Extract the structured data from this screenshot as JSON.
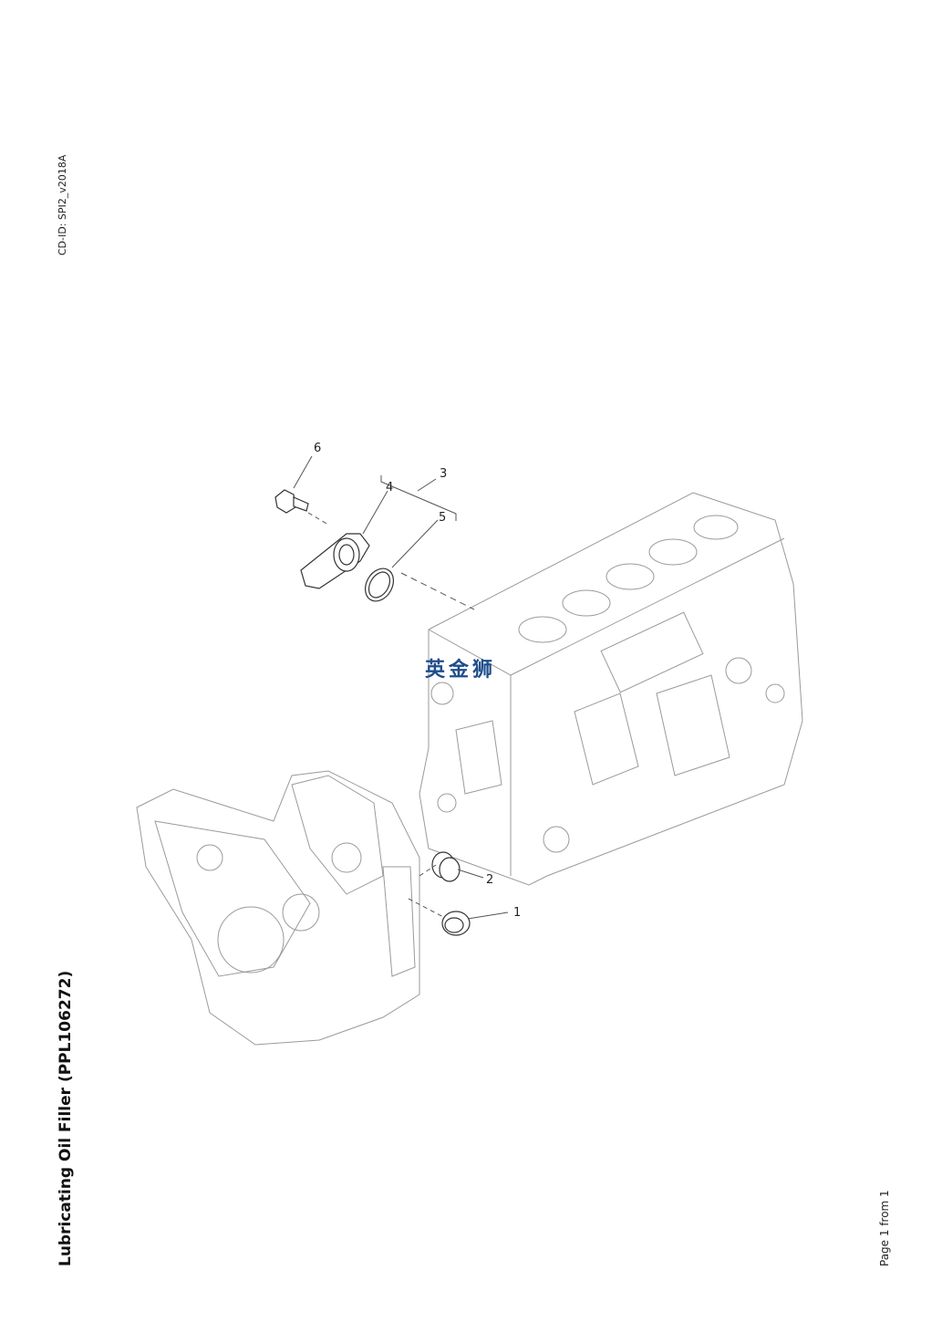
{
  "header": {
    "cd_id": "CD-ID: SPI2_v2018A"
  },
  "title": "Lubricating Oil Filler (PPL106272)",
  "footer": {
    "page": "Page 1 from 1"
  },
  "watermark": "英金狮",
  "callouts": [
    "1",
    "2",
    "3",
    "4",
    "5",
    "6"
  ]
}
